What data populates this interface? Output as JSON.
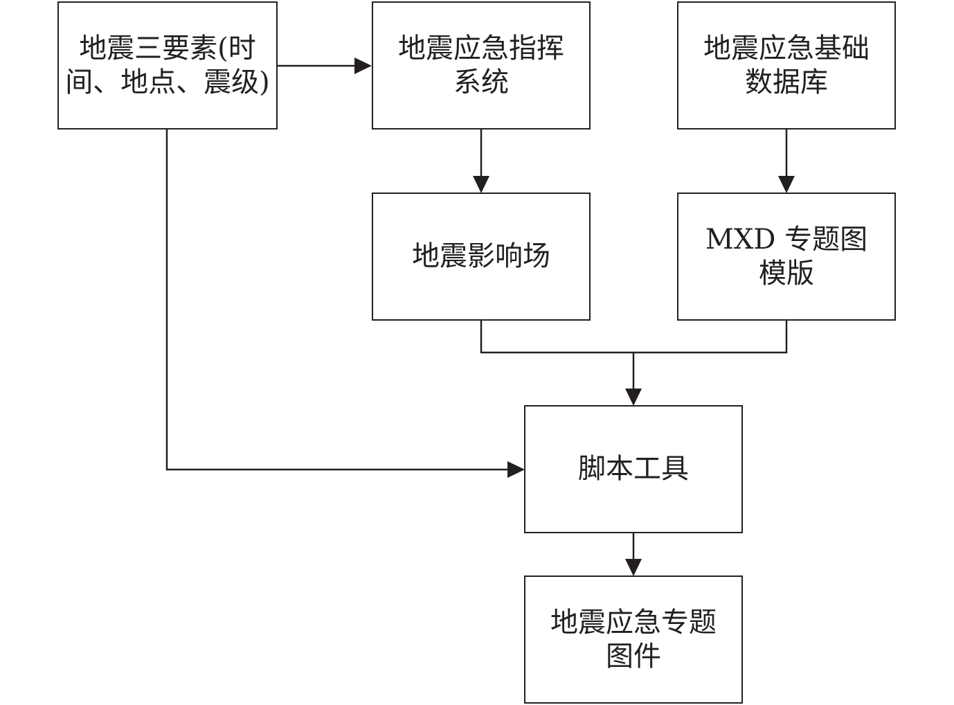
{
  "nodes": {
    "quake_params": {
      "lines": [
        "地震三要素(时",
        "间、地点、震级)"
      ]
    },
    "command_system": {
      "lines": [
        "地震应急指挥",
        "系统"
      ]
    },
    "base_database": {
      "lines": [
        "地震应急基础",
        "数据库"
      ]
    },
    "impact_field": {
      "lines": [
        "地震影响场"
      ]
    },
    "mxd_template": {
      "lines": [
        "MXD 专题图",
        "模版"
      ]
    },
    "script_tool": {
      "lines": [
        "脚本工具"
      ]
    },
    "thematic_maps": {
      "lines": [
        "地震应急专题",
        "图件"
      ]
    }
  },
  "edges": [
    {
      "from": "quake_params",
      "to": "command_system"
    },
    {
      "from": "command_system",
      "to": "impact_field"
    },
    {
      "from": "base_database",
      "to": "mxd_template"
    },
    {
      "from": "impact_field",
      "to": "script_tool"
    },
    {
      "from": "mxd_template",
      "to": "script_tool"
    },
    {
      "from": "quake_params",
      "to": "script_tool"
    },
    {
      "from": "script_tool",
      "to": "thematic_maps"
    }
  ]
}
